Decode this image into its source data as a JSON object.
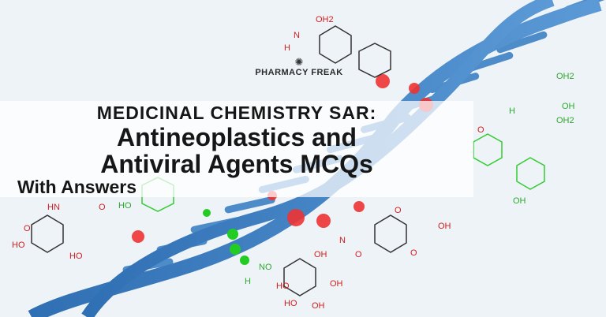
{
  "brand": {
    "name": "PHARMACY FREAK",
    "icon": "brain-logo-icon"
  },
  "title": {
    "line1": "MEDICINAL CHEMISTRY SAR:",
    "line2": "Antineoplastics and",
    "line3": "Antiviral Agents MCQs",
    "line4": "With Answers"
  },
  "molecule_labels": [
    "OH2",
    "N",
    "H",
    "OH2",
    "OH",
    "OH2",
    "H",
    "O",
    "OH",
    "HN",
    "O",
    "O",
    "HO",
    "HO",
    "O",
    "O",
    "OH",
    "N",
    "O",
    "NO",
    "H",
    "OH",
    "HO",
    "OH",
    "HO",
    "OH",
    "HO"
  ],
  "colors": {
    "helix": "#3a7dc0",
    "atoms_red": "#e03030",
    "atoms_green": "#2bc02b",
    "text": "#161616"
  }
}
